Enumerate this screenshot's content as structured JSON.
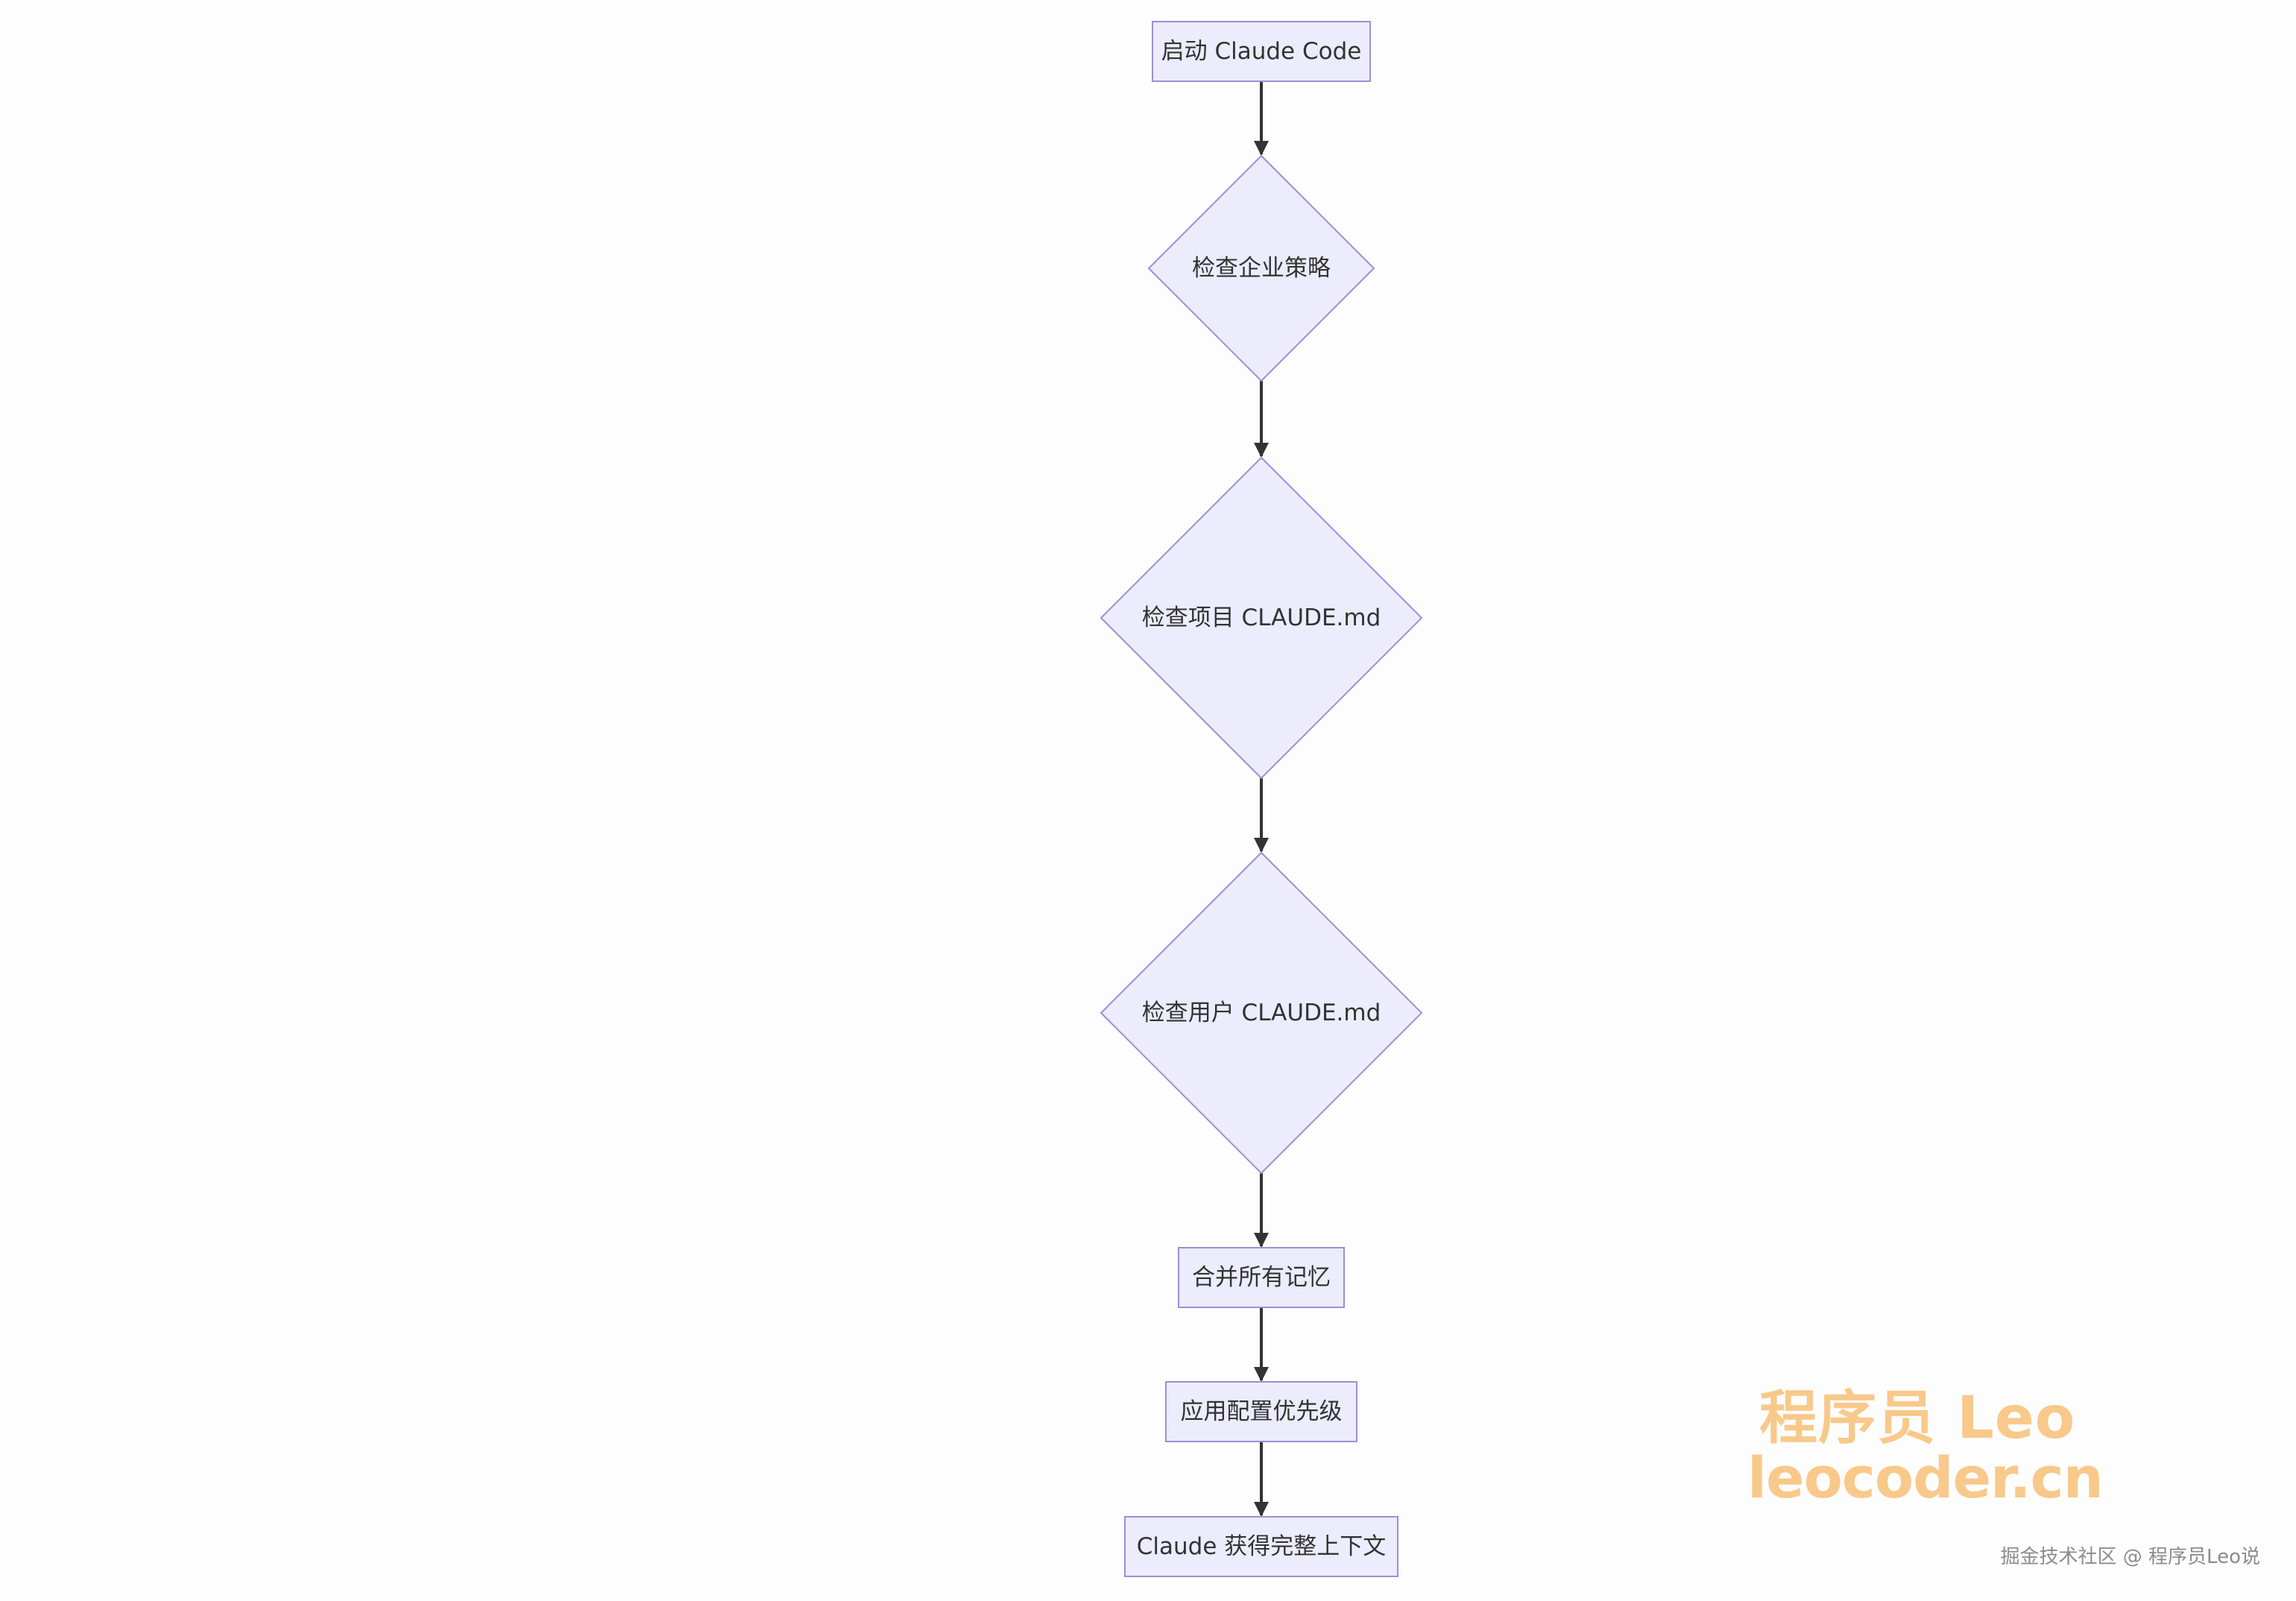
{
  "diagram": {
    "nodes": [
      {
        "id": "start",
        "shape": "rect",
        "label": "启动 Claude Code"
      },
      {
        "id": "enterprise",
        "shape": "diamond",
        "label": "检查企业策略"
      },
      {
        "id": "project",
        "shape": "diamond",
        "label": "检查项目 CLAUDE.md"
      },
      {
        "id": "user",
        "shape": "diamond",
        "label": "检查用户 CLAUDE.md"
      },
      {
        "id": "merge",
        "shape": "rect",
        "label": "合并所有记忆"
      },
      {
        "id": "priority",
        "shape": "rect",
        "label": "应用配置优先级"
      },
      {
        "id": "context",
        "shape": "rect",
        "label": "Claude 获得完整上下文"
      }
    ],
    "edges": [
      {
        "from": "start",
        "to": "enterprise"
      },
      {
        "from": "enterprise",
        "to": "project"
      },
      {
        "from": "project",
        "to": "user"
      },
      {
        "from": "user",
        "to": "merge"
      },
      {
        "from": "merge",
        "to": "priority"
      },
      {
        "from": "priority",
        "to": "context"
      }
    ],
    "colors": {
      "node_fill": "#ececfd",
      "node_stroke": "#9b8fd6",
      "edge": "#333333",
      "text": "#333333"
    }
  },
  "watermark": {
    "line1": "程序员 Leo",
    "line2": "leocoder.cn",
    "color": "#f8c98a"
  },
  "credit": "掘金技术社区 @ 程序员Leo说"
}
